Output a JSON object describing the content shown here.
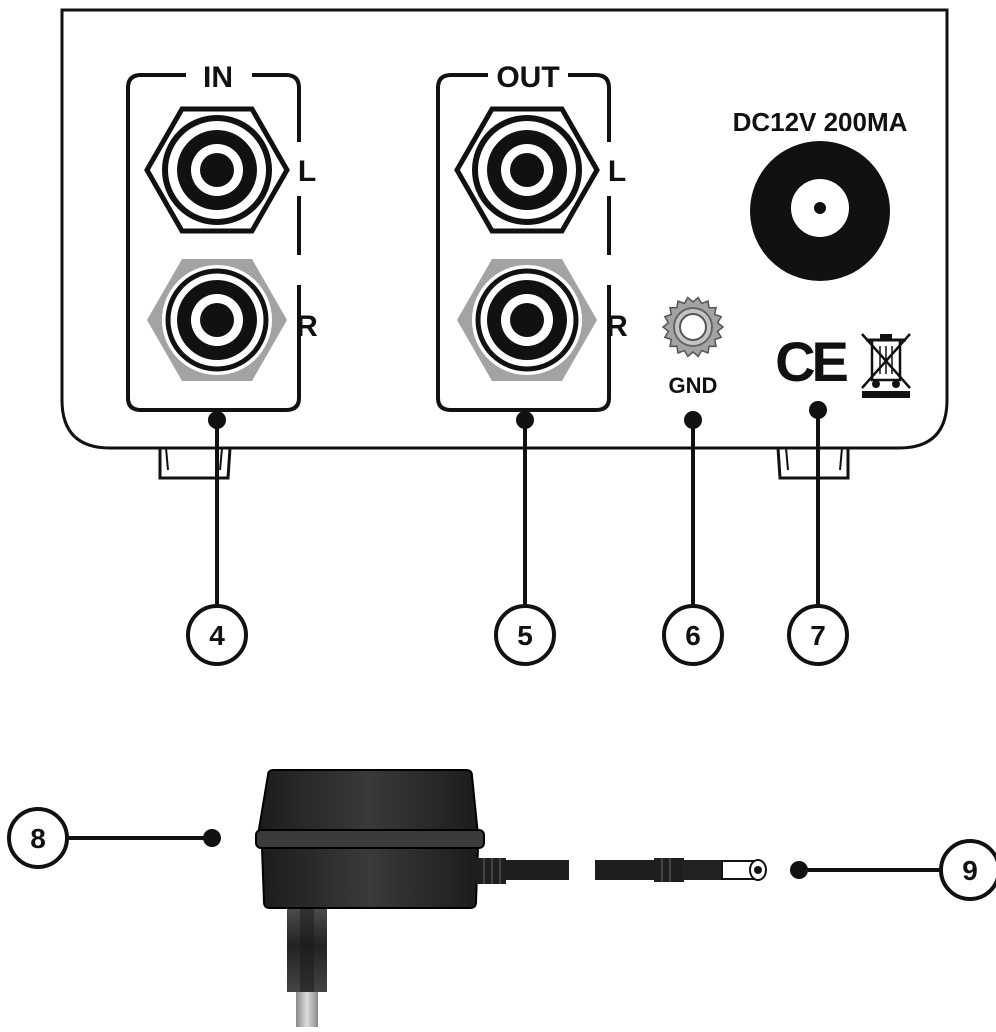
{
  "device_panel": {
    "in_group_label": "IN",
    "out_group_label": "OUT",
    "channel_left": "L",
    "channel_right": "R",
    "ground_label": "GND",
    "power_rating": "DC12V 200MA",
    "ce_mark": "CE",
    "weee_icon": "crossed-out-bin-icon"
  },
  "callouts": {
    "c4": "4",
    "c5": "5",
    "c6": "6",
    "c7": "7",
    "c8": "8",
    "c9": "9"
  },
  "colors": {
    "outline": "#111111",
    "silver_ring": "#a3a3a3",
    "adapter_body": "#262626",
    "background": "#ffffff"
  }
}
